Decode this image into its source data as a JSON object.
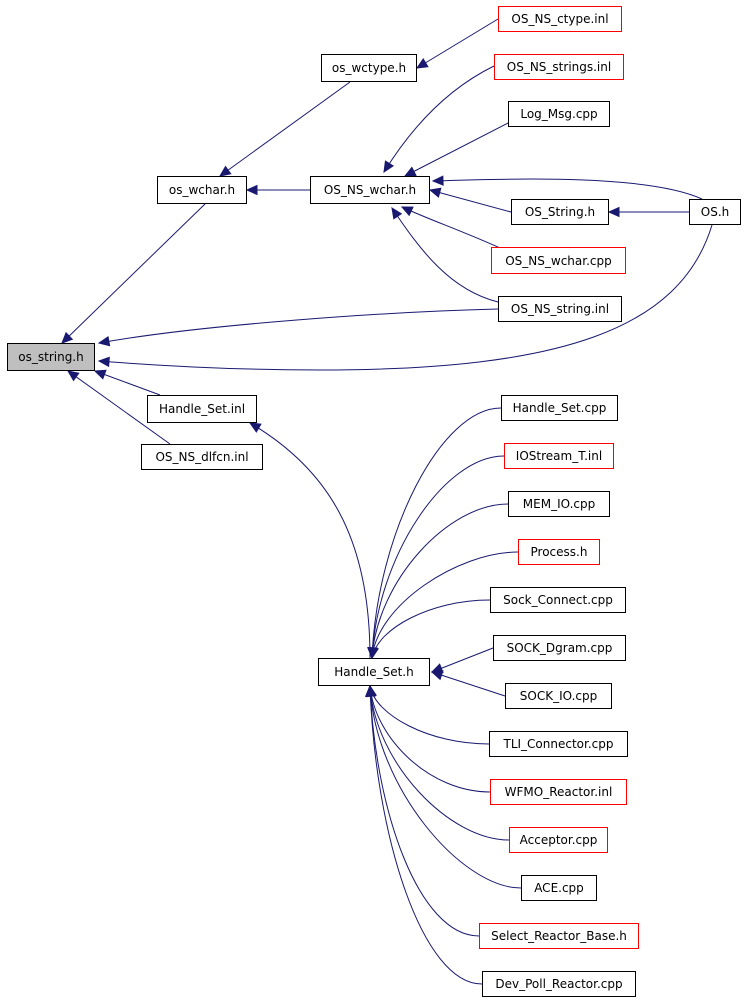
{
  "colors": {
    "edge": "#191970",
    "incomplete_border": "#ff0000",
    "root_fill": "#bfbfbf"
  },
  "nodes": [
    {
      "id": "os_string_h",
      "label": "os_string.h",
      "style": "root"
    },
    {
      "id": "os_wchar_h",
      "label": "os_wchar.h",
      "style": "normal"
    },
    {
      "id": "os_wctype_h",
      "label": "os_wctype.h",
      "style": "normal"
    },
    {
      "id": "OS_NS_ctype_inl",
      "label": "OS_NS_ctype.inl",
      "style": "red"
    },
    {
      "id": "OS_NS_strings_inl",
      "label": "OS_NS_strings.inl",
      "style": "red"
    },
    {
      "id": "Log_Msg_cpp",
      "label": "Log_Msg.cpp",
      "style": "normal"
    },
    {
      "id": "OS_NS_wchar_h",
      "label": "OS_NS_wchar.h",
      "style": "normal"
    },
    {
      "id": "OS_String_h",
      "label": "OS_String.h",
      "style": "normal"
    },
    {
      "id": "OS_h",
      "label": "OS.h",
      "style": "normal"
    },
    {
      "id": "OS_NS_wchar_cpp",
      "label": "OS_NS_wchar.cpp",
      "style": "red"
    },
    {
      "id": "OS_NS_string_inl",
      "label": "OS_NS_string.inl",
      "style": "normal"
    },
    {
      "id": "Handle_Set_inl",
      "label": "Handle_Set.inl",
      "style": "normal"
    },
    {
      "id": "OS_NS_dlfcn_inl",
      "label": "OS_NS_dlfcn.inl",
      "style": "normal"
    },
    {
      "id": "Handle_Set_h",
      "label": "Handle_Set.h",
      "style": "normal"
    },
    {
      "id": "Handle_Set_cpp",
      "label": "Handle_Set.cpp",
      "style": "normal"
    },
    {
      "id": "IOStream_T_inl",
      "label": "IOStream_T.inl",
      "style": "red"
    },
    {
      "id": "MEM_IO_cpp",
      "label": "MEM_IO.cpp",
      "style": "normal"
    },
    {
      "id": "Process_h",
      "label": "Process.h",
      "style": "red"
    },
    {
      "id": "Sock_Connect_cpp",
      "label": "Sock_Connect.cpp",
      "style": "normal"
    },
    {
      "id": "SOCK_Dgram_cpp",
      "label": "SOCK_Dgram.cpp",
      "style": "normal"
    },
    {
      "id": "SOCK_IO_cpp",
      "label": "SOCK_IO.cpp",
      "style": "normal"
    },
    {
      "id": "TLI_Connector_cpp",
      "label": "TLI_Connector.cpp",
      "style": "normal"
    },
    {
      "id": "WFMO_Reactor_inl",
      "label": "WFMO_Reactor.inl",
      "style": "red"
    },
    {
      "id": "Acceptor_cpp",
      "label": "Acceptor.cpp",
      "style": "red"
    },
    {
      "id": "ACE_cpp",
      "label": "ACE.cpp",
      "style": "normal"
    },
    {
      "id": "Select_Reactor_Base_h",
      "label": "Select_Reactor_Base.h",
      "style": "red"
    },
    {
      "id": "Dev_Poll_Reactor_cpp",
      "label": "Dev_Poll_Reactor.cpp",
      "style": "normal"
    }
  ],
  "edges": [
    {
      "from": "os_wchar_h",
      "to": "os_string_h"
    },
    {
      "from": "os_wctype_h",
      "to": "os_wchar_h"
    },
    {
      "from": "OS_NS_ctype_inl",
      "to": "os_wctype_h"
    },
    {
      "from": "OS_NS_wchar_h",
      "to": "os_wchar_h"
    },
    {
      "from": "OS_NS_strings_inl",
      "to": "OS_NS_wchar_h"
    },
    {
      "from": "Log_Msg_cpp",
      "to": "OS_NS_wchar_h"
    },
    {
      "from": "OS_h",
      "to": "OS_NS_wchar_h"
    },
    {
      "from": "OS_String_h",
      "to": "OS_NS_wchar_h"
    },
    {
      "from": "OS_NS_wchar_cpp",
      "to": "OS_NS_wchar_h"
    },
    {
      "from": "OS_NS_string_inl",
      "to": "OS_NS_wchar_h"
    },
    {
      "from": "OS_h",
      "to": "OS_String_h"
    },
    {
      "from": "OS_NS_string_inl",
      "to": "os_string_h"
    },
    {
      "from": "OS_h",
      "to": "os_string_h"
    },
    {
      "from": "Handle_Set_inl",
      "to": "os_string_h"
    },
    {
      "from": "OS_NS_dlfcn_inl",
      "to": "os_string_h"
    },
    {
      "from": "Handle_Set_h",
      "to": "Handle_Set_inl"
    },
    {
      "from": "Handle_Set_cpp",
      "to": "Handle_Set_h"
    },
    {
      "from": "IOStream_T_inl",
      "to": "Handle_Set_h"
    },
    {
      "from": "MEM_IO_cpp",
      "to": "Handle_Set_h"
    },
    {
      "from": "Process_h",
      "to": "Handle_Set_h"
    },
    {
      "from": "Sock_Connect_cpp",
      "to": "Handle_Set_h"
    },
    {
      "from": "SOCK_Dgram_cpp",
      "to": "Handle_Set_h"
    },
    {
      "from": "SOCK_IO_cpp",
      "to": "Handle_Set_h"
    },
    {
      "from": "TLI_Connector_cpp",
      "to": "Handle_Set_h"
    },
    {
      "from": "WFMO_Reactor_inl",
      "to": "Handle_Set_h"
    },
    {
      "from": "Acceptor_cpp",
      "to": "Handle_Set_h"
    },
    {
      "from": "ACE_cpp",
      "to": "Handle_Set_h"
    },
    {
      "from": "Select_Reactor_Base_h",
      "to": "Handle_Set_h"
    },
    {
      "from": "Dev_Poll_Reactor_cpp",
      "to": "Handle_Set_h"
    }
  ]
}
